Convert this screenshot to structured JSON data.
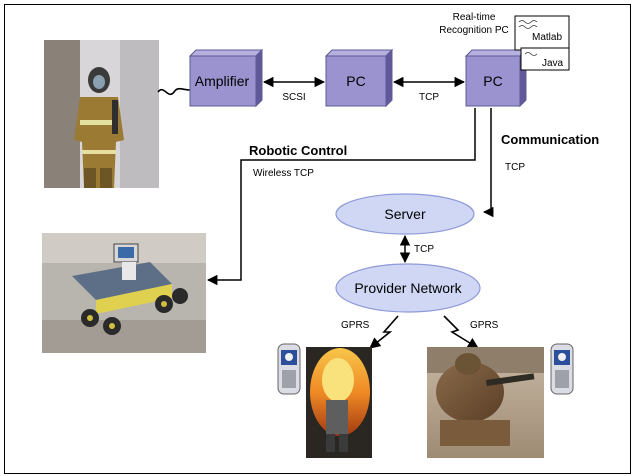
{
  "nodes": {
    "amplifier": "Amplifier",
    "pc1": "PC",
    "pc2": "PC",
    "server": "Server",
    "provider_network": "Provider Network"
  },
  "pc_caption": [
    "Real-time",
    "Recognition PC"
  ],
  "software": {
    "matlab": "Matlab",
    "java": "Java"
  },
  "links": {
    "scsi": "SCSI",
    "tcp_pc": "TCP",
    "robotic_control": "Robotic Control",
    "wireless_tcp": "Wireless TCP",
    "communication": "Communication",
    "tcp_server": "TCP",
    "tcp_network": "TCP",
    "gprs_left": "GPRS",
    "gprs_right": "GPRS"
  },
  "colors": {
    "box_fill": "#9b93cf",
    "box_dark": "#5f5899",
    "ellipse_fill": "#cfd7f5",
    "ellipse_stroke": "#8e9ad8",
    "line": "#000000"
  }
}
